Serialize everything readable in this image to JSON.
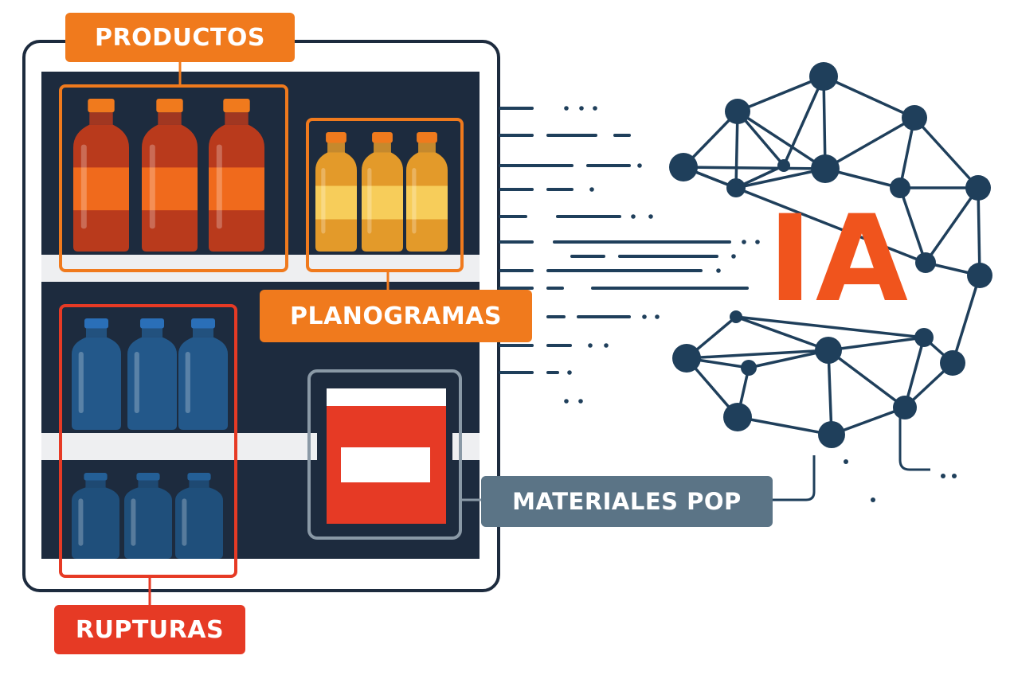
{
  "labels": {
    "productos": "PRODUCTOS",
    "planogramas": "PLANOGRAMAS",
    "rupturas": "RUPTURAS",
    "materiales_pop": "MATERIALES POP"
  },
  "ai": {
    "text": "IA"
  },
  "colors": {
    "orange": "#f07a1d",
    "red": "#e63a25",
    "slate": "#5b7486",
    "navy": "#1d2b3e",
    "network": "#1f3f5b",
    "bottle_red": "#c9401f",
    "bottle_yellow": "#e9a02b",
    "bottle_blue": "#1e5886"
  },
  "icons": {
    "shelf": "store-shelf-icon",
    "bottle": "bottle-icon",
    "pop_sign": "pop-sign-icon",
    "network": "neural-network-icon"
  }
}
